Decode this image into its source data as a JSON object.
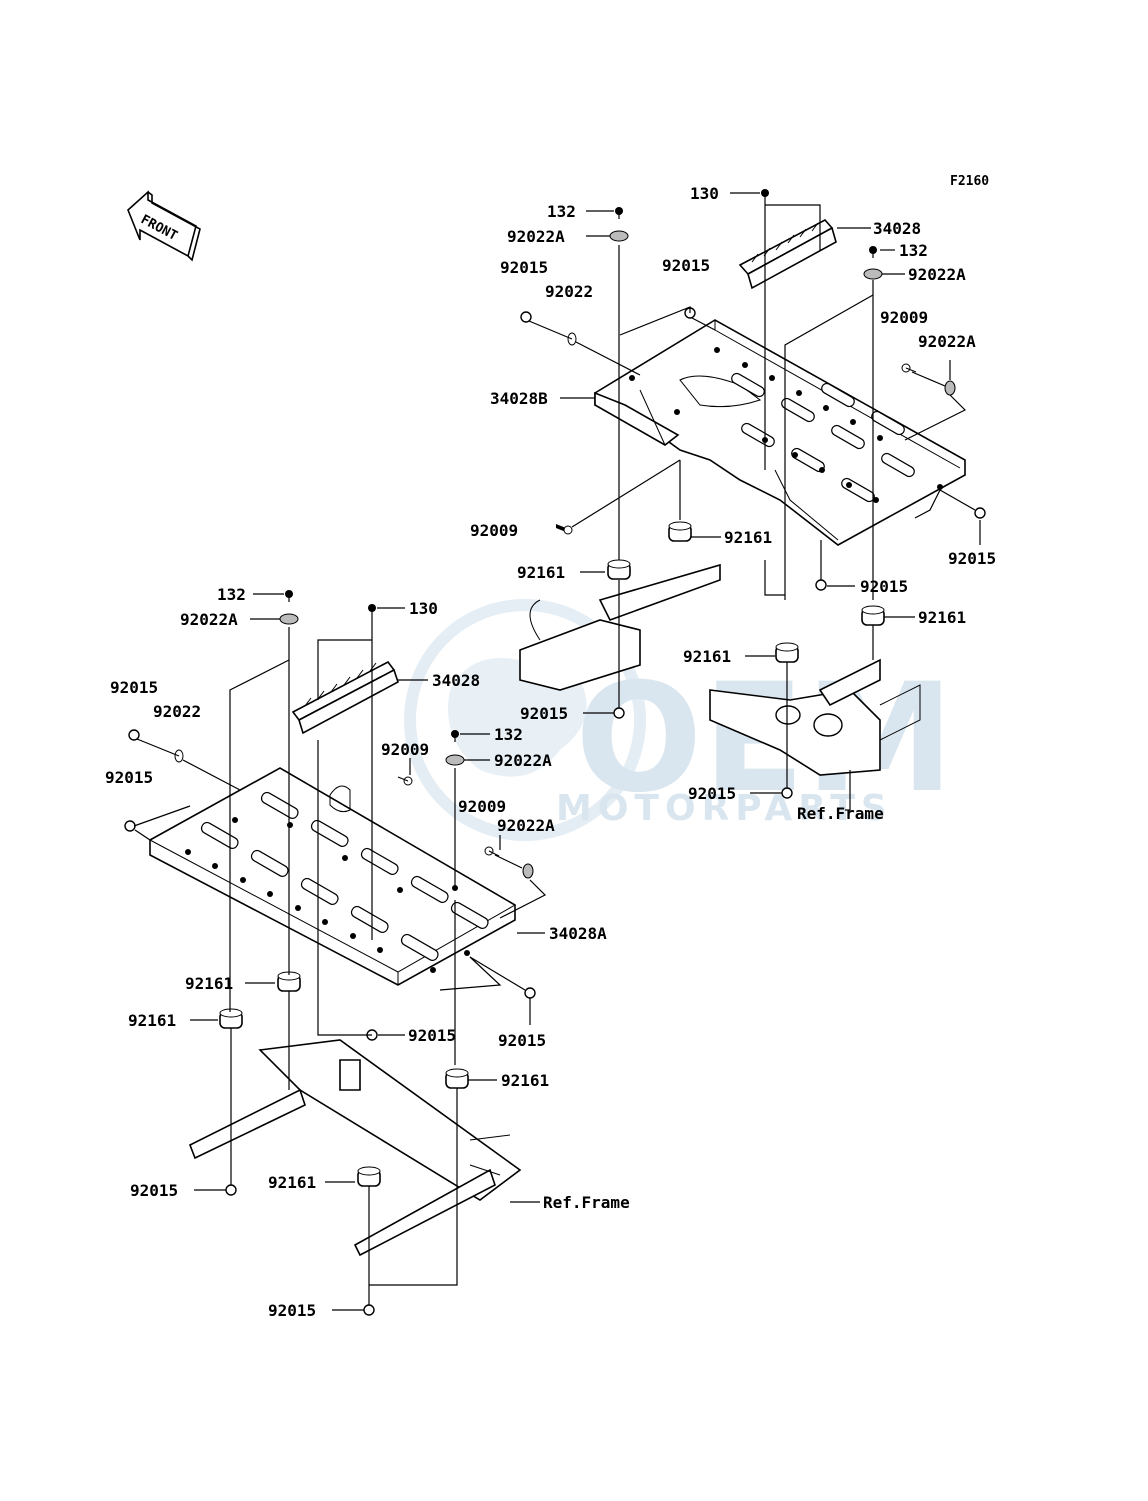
{
  "diagram_code": "F2160",
  "front_label": "FRONT",
  "watermark": {
    "brand": "OEM",
    "sub": "MOTORPARTS"
  },
  "ref_frame_label": "Ref.Frame",
  "part_numbers": {
    "p130": "130",
    "p132": "132",
    "p34028": "34028",
    "p34028A": "34028A",
    "p34028B": "34028B",
    "p92009": "92009",
    "p92015": "92015",
    "p92022": "92022",
    "p92022A": "92022A",
    "p92161": "92161"
  }
}
